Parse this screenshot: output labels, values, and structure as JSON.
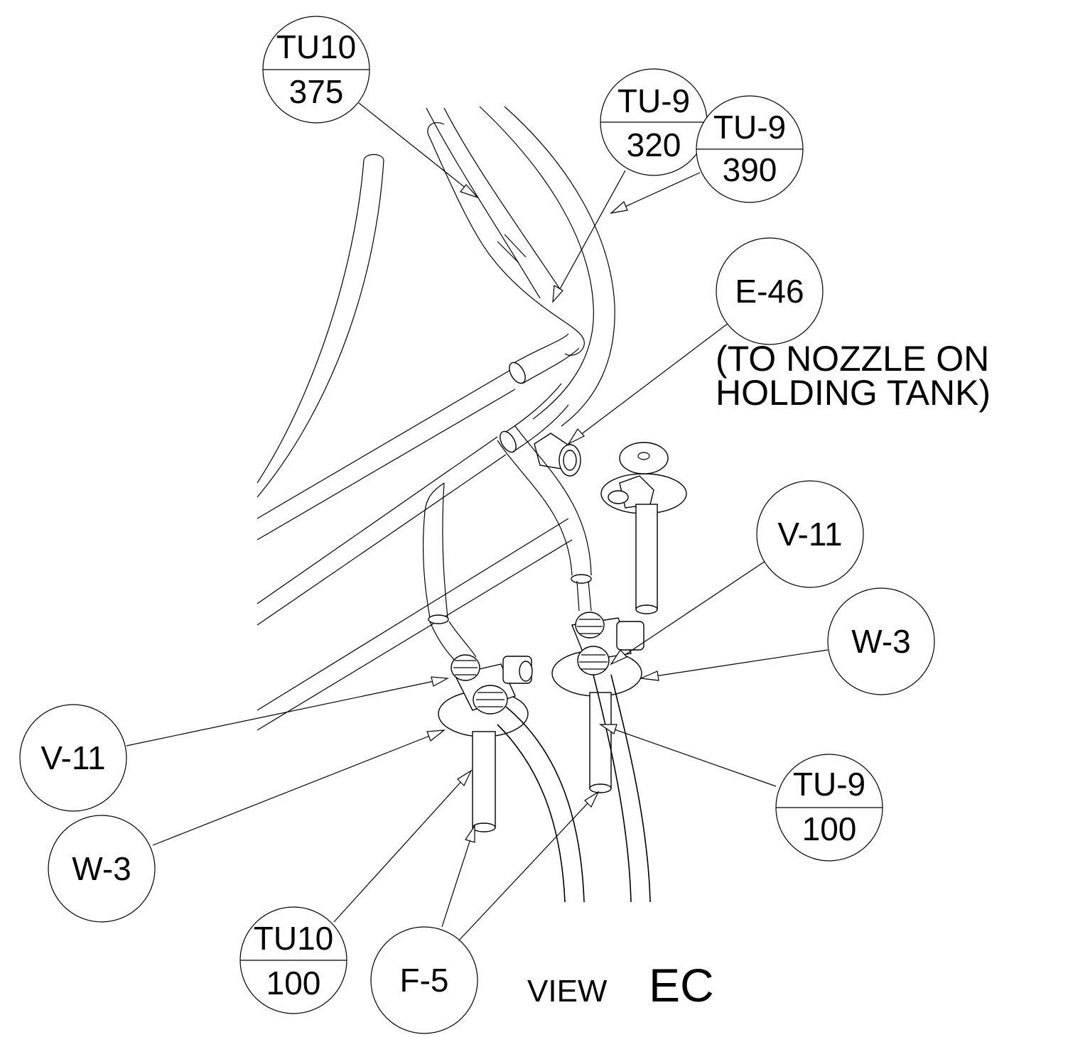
{
  "callouts": {
    "tu10_375": {
      "top": "TU10",
      "bottom": "375"
    },
    "tu9_320": {
      "top": "TU-9",
      "bottom": "320"
    },
    "tu9_390": {
      "top": "TU-9",
      "bottom": "390"
    },
    "e46": {
      "label": "E-46"
    },
    "v11_right": {
      "label": "V-11"
    },
    "w3_right": {
      "label": "W-3"
    },
    "tu9_100": {
      "top": "TU-9",
      "bottom": "100"
    },
    "v11_left": {
      "label": "V-11"
    },
    "w3_left": {
      "label": "W-3"
    },
    "tu10_100": {
      "top": "TU10",
      "bottom": "100"
    },
    "f5": {
      "label": "F-5"
    }
  },
  "note": {
    "line1": "(TO NOZZLE ON",
    "line2": "HOLDING TANK)"
  },
  "view": {
    "prefix": "VIEW",
    "name": "EC"
  }
}
